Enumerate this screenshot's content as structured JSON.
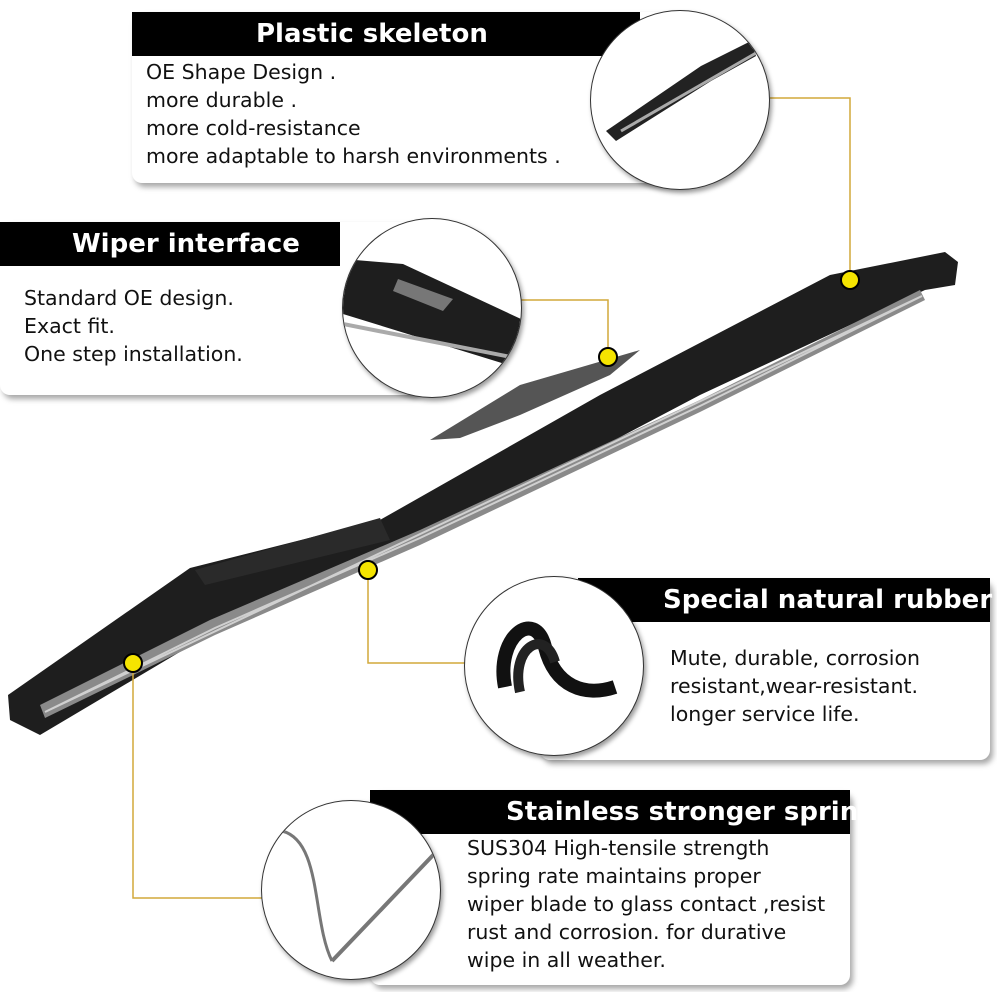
{
  "callouts": [
    {
      "title": "Plastic skeleton",
      "lines": [
        "OE Shape Design .",
        "more durable .",
        "more cold-resistance",
        "more adaptable to harsh environments ."
      ]
    },
    {
      "title": "Wiper interface",
      "lines": [
        "Standard OE design.",
        "Exact fit.",
        "One step installation."
      ]
    },
    {
      "title": "Special natural rubber",
      "lines": [
        "Mute, durable, corrosion",
        "resistant,wear-resistant.",
        "longer service life."
      ]
    },
    {
      "title": "Stainless stronger spring",
      "lines": [
        "SUS304 High-tensile strength",
        "spring rate maintains proper",
        "wiper blade to glass contact ,resist",
        "rust and corrosion. for durative",
        "wipe in all weather."
      ]
    }
  ],
  "colors": {
    "accent": "#f5e400",
    "connector": "#d2a93a",
    "blade": "#1c1c1c"
  }
}
